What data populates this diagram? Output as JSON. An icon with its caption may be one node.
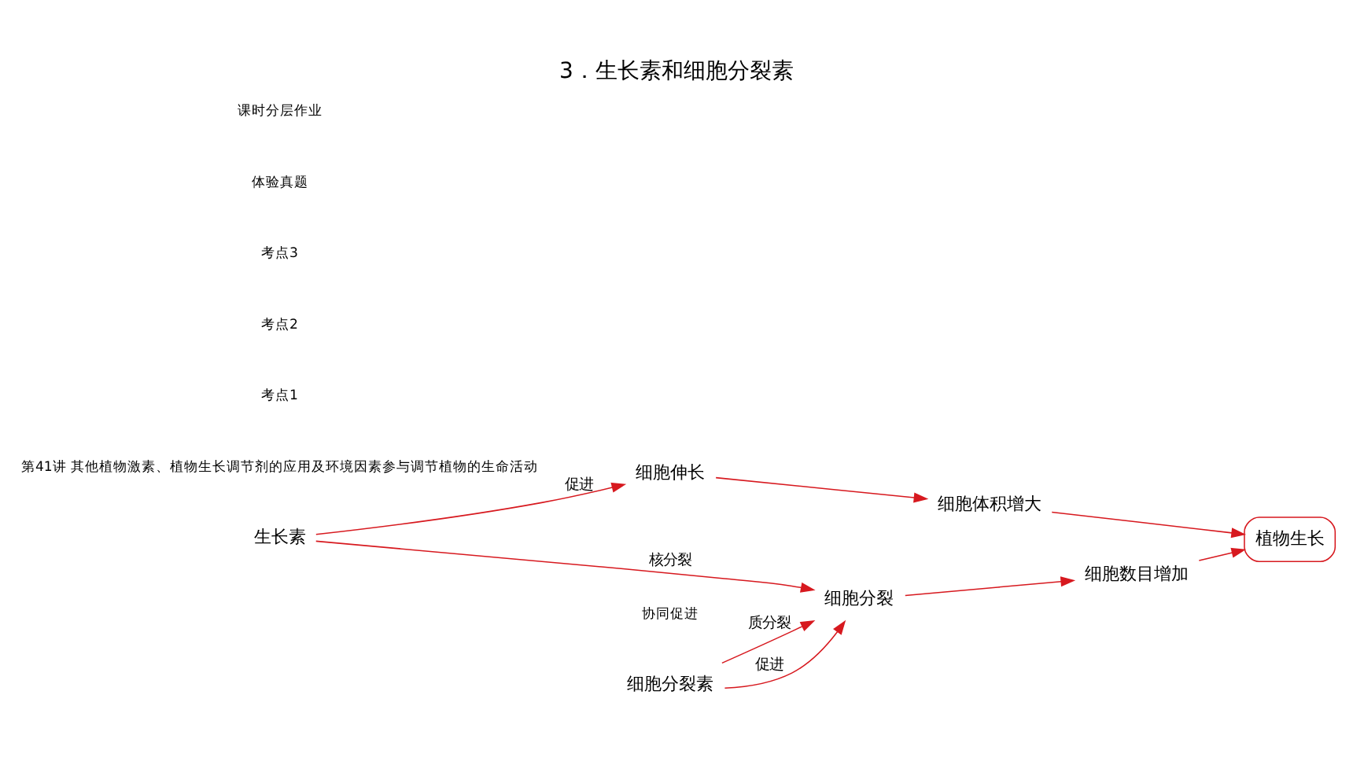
{
  "diagram": {
    "title": "3．生长素和细胞分裂素",
    "nodes": [
      {
        "text": [
          "生长素"
        ]
      },
      {
        "text": [
          "细胞分裂素"
        ]
      },
      {
        "text": [
          "细胞伸长"
        ]
      },
      {
        "text": [
          "细胞分裂"
        ]
      },
      {
        "text": [
          "细胞体积增大"
        ]
      },
      {
        "text": [
          "细胞数目增加"
        ]
      },
      {
        "text": [
          "植物生长"
        ]
      }
    ],
    "edges": [
      {
        "from": 0,
        "to": 2,
        "arrow": "to",
        "label": "促进"
      },
      {
        "from": 0,
        "to": 3,
        "arrow": "to",
        "label": "核分裂"
      },
      {
        "from": 1,
        "to": 3,
        "arrow": "to",
        "label": "质分裂"
      },
      {
        "from": 1,
        "to": 3,
        "arrow": "to",
        "label": "促进"
      },
      {
        "from": 2,
        "to": 4,
        "arrow": "to"
      },
      {
        "from": 3,
        "to": 5,
        "arrow": "to"
      },
      {
        "from": 4,
        "to": 6,
        "arrow": "to"
      },
      {
        "from": 5,
        "to": 6,
        "arrow": "to"
      }
    ],
    "labels": [
      "第41讲 其他植物激素、植物生长调节剂的应用及环境因素参与调节植物的生命活动",
      "考点1",
      "考点2",
      "考点3",
      "体验真题",
      "课时分层作业",
      "协同促进"
    ]
  }
}
